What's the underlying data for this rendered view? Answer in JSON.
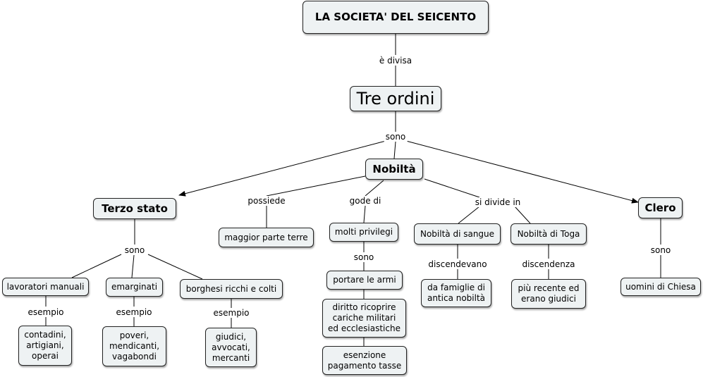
{
  "nodes": {
    "root": "LA SOCIETA' DEL SEICENTO",
    "tre_ordini": "Tre ordini",
    "nobilta": "Nobiltà",
    "terzo_stato": "Terzo stato",
    "clero": "Clero",
    "lavoratori": "lavoratori manuali",
    "emarginati": "emarginati",
    "borghesi": "borghesi ricchi e colti",
    "contadini": "contadini,\nartigiani,\noperai",
    "poveri": "poveri,\nmendicanti,\nvagabondi",
    "giudici": "giudici,\navvocati,\nmercanti",
    "terre": "maggior parte terre",
    "privilegi": "molti privilegi",
    "armi": "portare le armi",
    "cariche": "diritto ricoprire\ncariche militari\ned ecclesiastiche",
    "tasse": "esenzione\npagamento tasse",
    "sangue": "Nobiltà di sangue",
    "toga": "Nobiltà di Toga",
    "famiglie": "da famiglie di\nantica nobiltà",
    "recente": "più recente ed\nerano giudici",
    "uomini": "uomini di Chiesa"
  },
  "links": {
    "e_divisa": "è divisa",
    "sono_main": "sono",
    "possiede": "possiede",
    "gode_di": "gode di",
    "si_divide_in": "si divide in",
    "sono_terzo": "sono",
    "esempio_1": "esempio",
    "esempio_2": "esempio",
    "esempio_3": "esempio",
    "sono_priv": "sono",
    "discendevano": "discendevano",
    "discendenza": "discendenza",
    "sono_clero": "sono"
  }
}
